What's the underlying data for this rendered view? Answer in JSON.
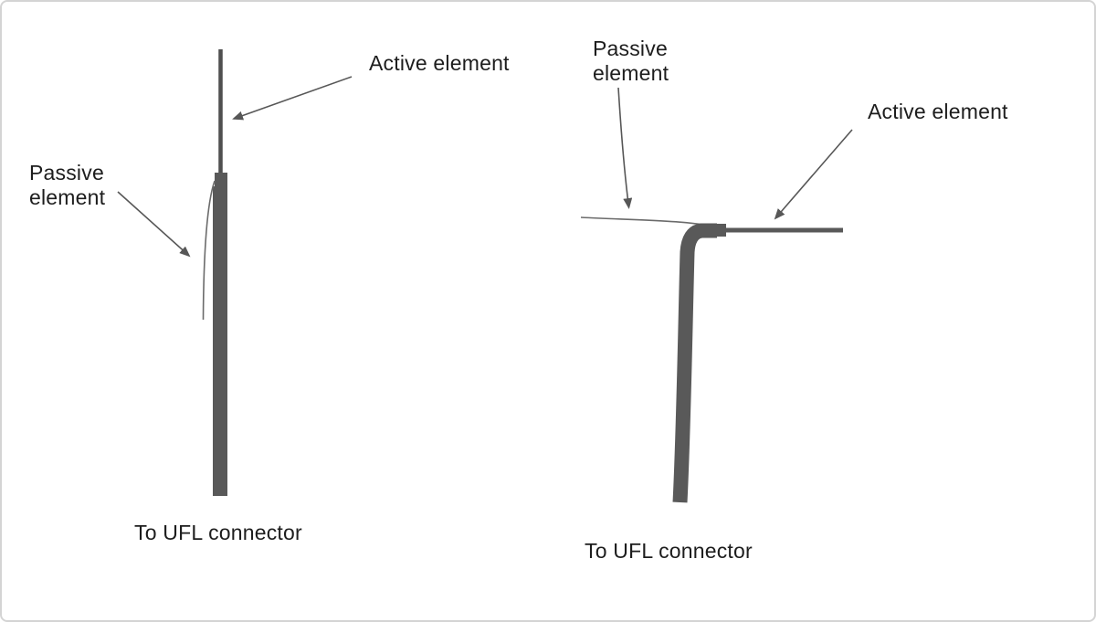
{
  "figure": {
    "description": "Two antenna assembly diagrams: vertical orientation (left) and horizontal bent orientation (right)",
    "colors": {
      "cable": "#595959",
      "thin_element": "#4f4f4f",
      "passive_wire": "#6b6b6b",
      "arrow": "#575757",
      "text": "#1d1d1d",
      "card_border": "#d4d4d4",
      "background": "#ffffff"
    },
    "diagrams": [
      {
        "id": "vertical-antenna",
        "labels": {
          "active": "Active element",
          "passive": "Passive\nelement",
          "connector": "To UFL connector"
        }
      },
      {
        "id": "horizontal-antenna",
        "labels": {
          "passive": "Passive\nelement",
          "active": "Active element",
          "connector": "To UFL connector"
        }
      }
    ]
  }
}
